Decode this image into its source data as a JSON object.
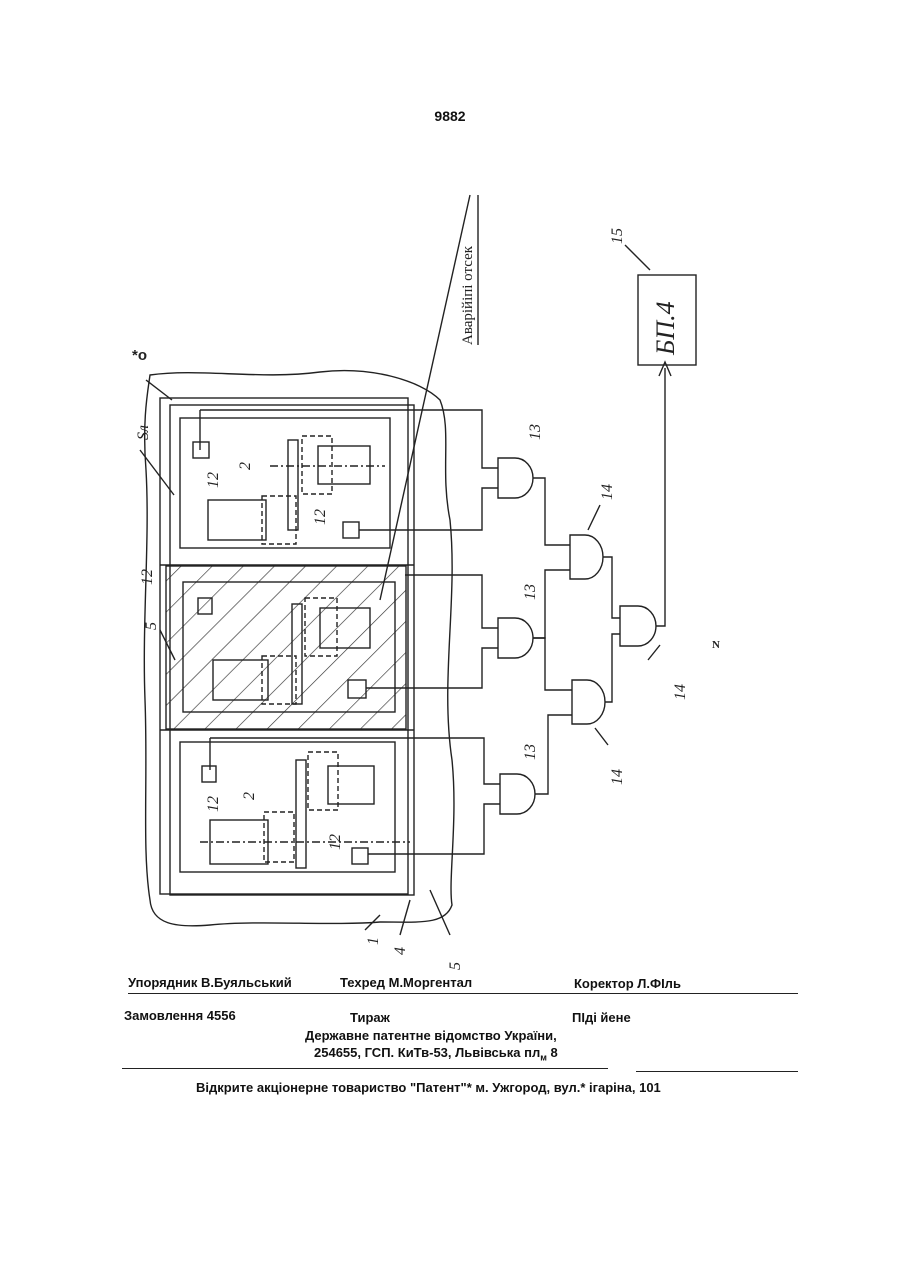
{
  "page_number": "9882",
  "drawing": {
    "vertical_label": "Аварійіпі отсек",
    "label_top_left": "*о",
    "label_s": "Sл",
    "label_bpa": "БП.4",
    "ref_15": "15",
    "ref_13": "13",
    "ref_14": "14",
    "ref_12": "12",
    "ref_2": "2",
    "ref_5": "5",
    "ref_1": "1",
    "ref_4": "4",
    "ref_n": "N"
  },
  "footer": {
    "compiler": "Упорядник В.Буяльський",
    "tech_editor": "Техред М.Моргентал",
    "corrector": "Коректор Л.ФІль",
    "order": "Замовлення 4556",
    "circulation": "Тираж",
    "subscription": "ПІді йене",
    "office_line1": "Державне патентне відомство України,",
    "office_line2": "254655, ГСП. КиТв-53, Львівська пл",
    "office_line2_sub": "м",
    "office_line2_end": " 8",
    "publisher": "Відкрите акціонерне товариство  \"Патент\"* м. Ужгород, вул.* ігаріна, 101"
  }
}
